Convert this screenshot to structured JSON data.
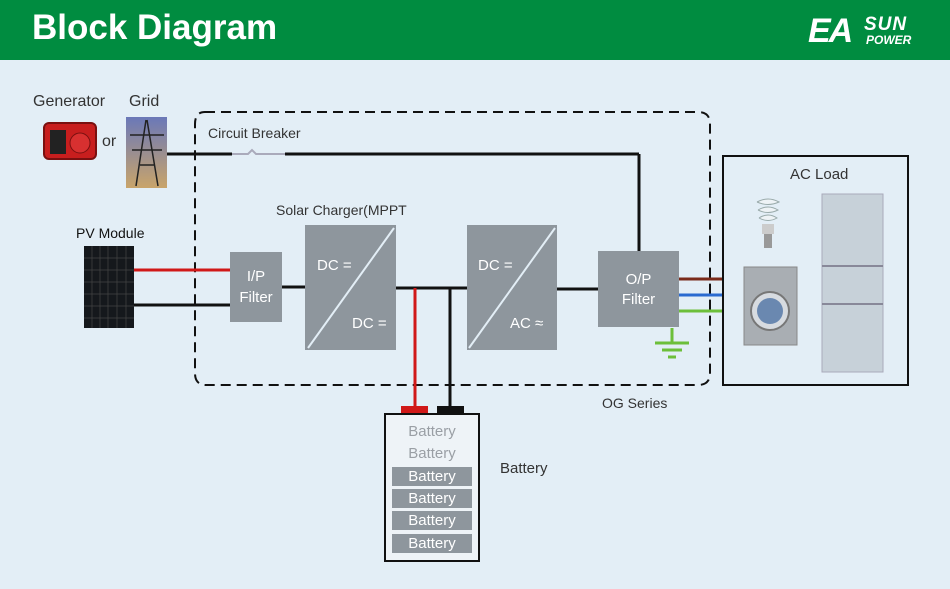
{
  "header": {
    "title": "Block Diagram",
    "brand_main": "EA",
    "brand_top": "SUN",
    "brand_bottom": "POWER"
  },
  "sources": {
    "generator": "Generator",
    "grid": "Grid",
    "or": "or",
    "pv_module": "PV Module"
  },
  "inverter": {
    "circuit_breaker": "Circuit Breaker",
    "solar_charger": "Solar Charger(MPPT",
    "ip_filter": [
      "I/P",
      "Filter"
    ],
    "dcdc": {
      "top": "DC =",
      "bottom": "DC ="
    },
    "dcac": {
      "top": "DC =",
      "bottom": "AC ≈"
    },
    "op_filter": [
      "O/P",
      "Filter"
    ],
    "series_label": "OG Series"
  },
  "load": {
    "title": "AC Load",
    "items": [
      "light-bulb",
      "washing-machine",
      "refrigerator"
    ]
  },
  "battery": {
    "label": "Battery",
    "cells": [
      {
        "text": "Battery",
        "charged": false
      },
      {
        "text": "Battery",
        "charged": false
      },
      {
        "text": "Battery",
        "charged": true
      },
      {
        "text": "Battery",
        "charged": true
      },
      {
        "text": "Battery",
        "charged": true
      },
      {
        "text": "Battery",
        "charged": true
      }
    ]
  },
  "colors": {
    "header": "#008c40",
    "block": "#8e969d",
    "positive": "#d01818",
    "negative": "#111111",
    "line_brown": "#7a2a1a",
    "line_blue": "#2a6ad0",
    "line_green": "#6cbf3a"
  }
}
